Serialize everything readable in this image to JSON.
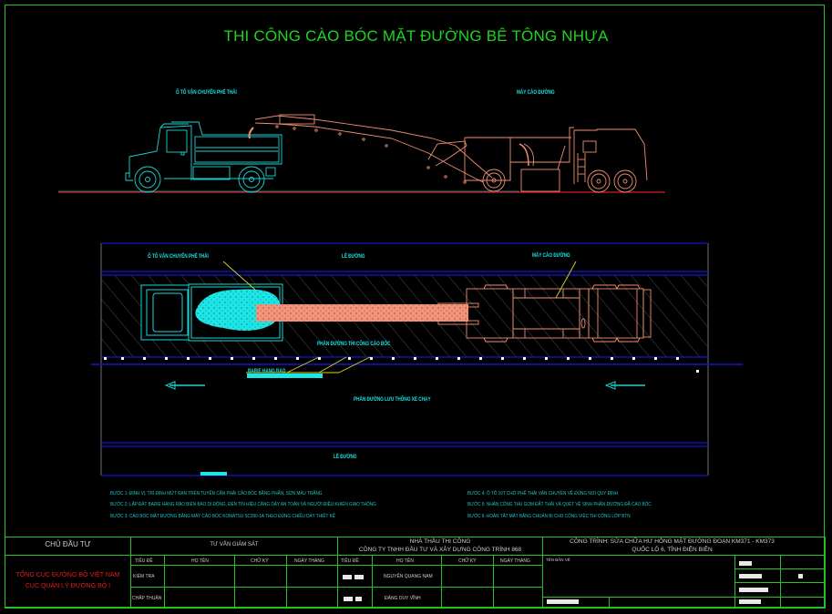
{
  "title": "THI CÔNG CÀO BÓC  MẶT ĐƯỜNG BÊ TÔNG NHỰA",
  "elevation_view": {
    "truck_label": "Ô TÔ VẬN CHUYỂN PHẾ THẢI",
    "milling_machine_label": "MÁY CÀO ĐƯỜNG"
  },
  "plan_view": {
    "truck_label": "Ô TÔ VẬN CHUYỂN PHẾ THẢI",
    "milling_machine_label": "MÁY CÀO ĐƯỜNG",
    "shoulder_top_label": "LỀ ĐƯỜNG",
    "work_zone_label": "PHẦN ĐƯỜNG THI CÔNG CÀO BÓC",
    "barrier_label": "BARIE HÀNG RÀO",
    "traffic_lane_label": "PHẦN ĐƯỜNG LƯU THÔNG XE CHẠY",
    "shoulder_bottom_label": "LỀ ĐƯỜNG"
  },
  "steps_left": [
    "BƯỚC 1: ĐỊNH VỊ, TRÍ ĐỊNH MỨT RẠN TRÊN TUYẾN CẦN PHẢI CÀO BÓC BẰNG PHẤN, SƠN MÀU TRẮNG",
    "BƯỚC 2: LẮP ĐẶT BARIE HÀNG RÀO BIỂN BÁO DI ĐỘNG, ĐÈN TÍN HIỆU CĂNG DÂY AN TOÀN VÀ NGƯỜI ĐIỀU KHIỂN GIAO THÔNG",
    "BƯỚC 3: CÀO BÓC MẶT ĐƯỜNG BẰNG MÁY CÀO BÓC KOMATSU SC390-1A THEO ĐÚNG CHIỀU DÀY THIẾT KẾ"
  ],
  "steps_right": [
    "BƯỚC 4: Ô TÔ 10T CHỞ PHẾ THẢI VẬN CHUYỂN VỀ ĐÚNG NƠI QUY ĐỊNH",
    "BƯỚC 5: NHÂN CÔNG THU GOM ĐẤT THẢI VÀ QUÉT VỆ SINH PHẦN ĐƯỜNG ĐÃ CÀO BÓC",
    "BƯỚC 6: HOÀN TẤT MẶT BẰNG CHUẨN BỊ CHO CÔNG VIỆC THI CÔNG LỚP BTN"
  ],
  "title_block": {
    "owner_header": "CHỦ ĐẦU TƯ",
    "owner_line1": "TỔNG CỤC ĐƯỜNG BỘ VIỆT NAM",
    "owner_line2": "CỤC QUẢN LÝ ĐƯỜNG BỘ I",
    "supervisor_header": "TƯ VẤN GIÁM SÁT",
    "contractor_header_line1": "NHÀ THẦU THI CÔNG",
    "contractor_header_line2": "CÔNG TY TNHH ĐẦU TƯ VÀ XÂY DỰNG CÔNG TRÌNH 868",
    "col_headers": [
      "TIÊU ĐỀ",
      "HỌ TÊN",
      "CHỮ KÝ",
      "NGÀY THÁNG"
    ],
    "supervisor_rows": [
      "KIỂM TRA",
      "CHẤP THUẬN"
    ],
    "contractor_names": [
      "NGUYỄN QUANG NAM",
      "ĐẶNG DUY VĨNH"
    ],
    "project_line1": "CÔNG TRÌNH: SỬA CHỮA HƯ HỎNG MẶT ĐƯỜNG ĐOẠN KM371 - KM373",
    "project_line2": "QUỐC LỘ 6, TỈNH ĐIỆN BIÊN",
    "drawing_name_label": "TÊN BẢN VẼ"
  },
  "colors": {
    "frame": "#22c322",
    "title": "#1fd41f",
    "cyan": "#19e3e3",
    "salmon": "#f08a6a",
    "road_line": "#1010c8",
    "leader": "#d8d81a",
    "owner_red": "#e81b1b"
  }
}
